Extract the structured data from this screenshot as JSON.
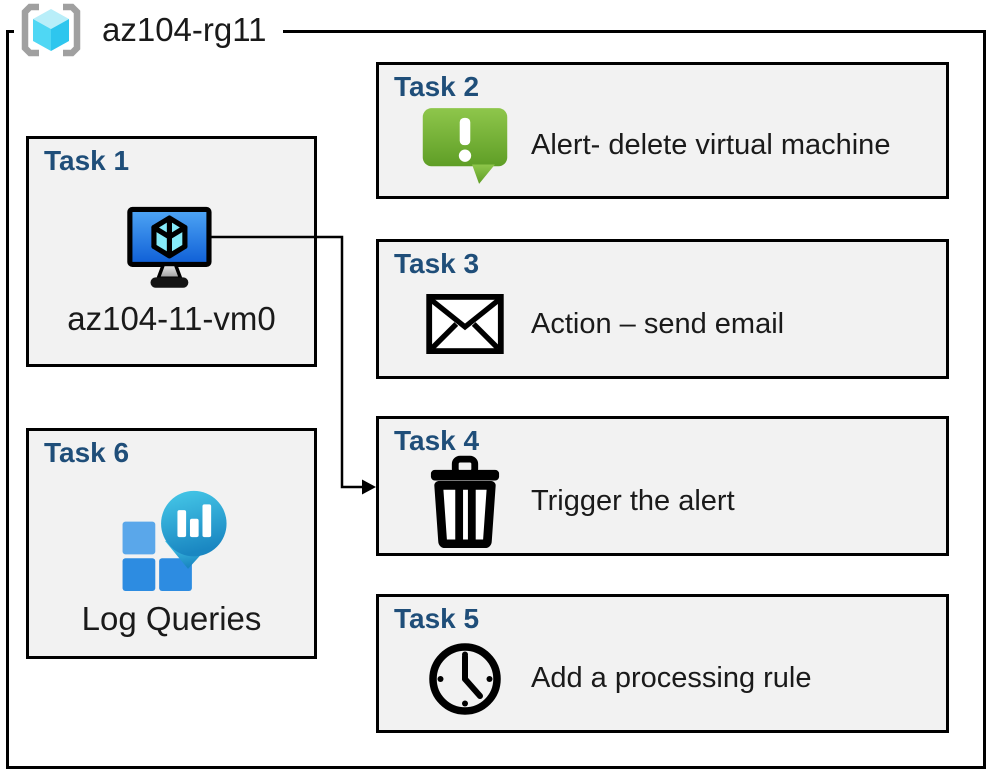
{
  "header": {
    "title": "az104-rg11",
    "icon": "resource-group-icon"
  },
  "tasks": [
    {
      "name": "Task 1",
      "caption": "az104-11-vm0",
      "icon": "virtual-machine-icon"
    },
    {
      "name": "Task 2",
      "caption": "Alert- delete virtual machine",
      "icon": "alert-message-icon"
    },
    {
      "name": "Task 3",
      "caption": "Action – send email",
      "icon": "email-envelope-icon"
    },
    {
      "name": "Task 4",
      "caption": "Trigger the alert",
      "icon": "trash-can-icon"
    },
    {
      "name": "Task 5",
      "caption": "Add a processing rule",
      "icon": "clock-icon"
    },
    {
      "name": "Task 6",
      "caption": "Log Queries",
      "icon": "log-analytics-icon"
    }
  ],
  "connector": {
    "from": "Task 1 virtual machine",
    "to": "Task 4",
    "style": "elbow-arrow"
  },
  "colors": {
    "task_heading": "#1f4e79",
    "box_fill": "#f2f2f2",
    "box_border": "#000000",
    "alert_green_top": "#8ec64b",
    "alert_green_bottom": "#5f9e26",
    "vm_screen_top": "#4fa6f5",
    "vm_screen_bottom": "#0e5ed6",
    "vm_cube_cyan": "#86ebf9",
    "vm_stand_gray": "#c9c9c9",
    "bubble_top": "#47cae9",
    "bubble_bottom": "#1a87c2",
    "square_light": "#5aa7ea",
    "square_dark": "#2d8ce1",
    "rg_bracket": "#a0a0a0",
    "rg_cube_top": "#b8eef9",
    "rg_cube_left": "#4fd7f4",
    "rg_cube_right": "#2ec6ee"
  }
}
